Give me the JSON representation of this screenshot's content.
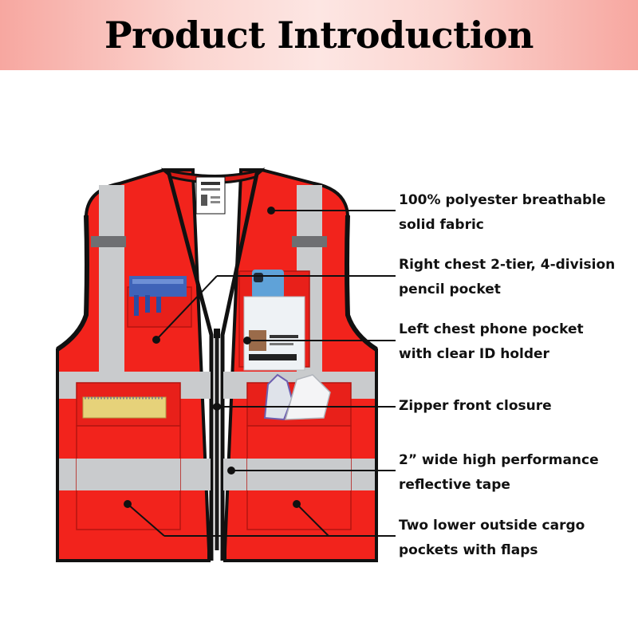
{
  "header": {
    "title": "Product Introduction"
  },
  "features": [
    {
      "id": "fabric",
      "lines": [
        "100% polyester breathable",
        "solid fabric"
      ]
    },
    {
      "id": "pencil",
      "lines": [
        "Right chest 2-tier, 4-division",
        "pencil pocket"
      ]
    },
    {
      "id": "phone",
      "lines": [
        "Left chest phone pocket",
        "with clear ID holder"
      ]
    },
    {
      "id": "zipper",
      "lines": [
        "Zipper front closure"
      ]
    },
    {
      "id": "tape",
      "lines": [
        "2” wide high performance",
        "reflective tape"
      ]
    },
    {
      "id": "cargo",
      "lines": [
        "Two lower outside cargo",
        "pockets with flaps"
      ]
    }
  ],
  "colors": {
    "vest": "#f2231c",
    "tape": "#c9cbcd",
    "trim": "#111111",
    "header_accent": "#f7a7a0"
  },
  "icons": [
    "vest-illustration",
    "pen-pocket-icon",
    "phone-icon",
    "id-card-icon",
    "gloves-icon",
    "notebook-icon"
  ]
}
